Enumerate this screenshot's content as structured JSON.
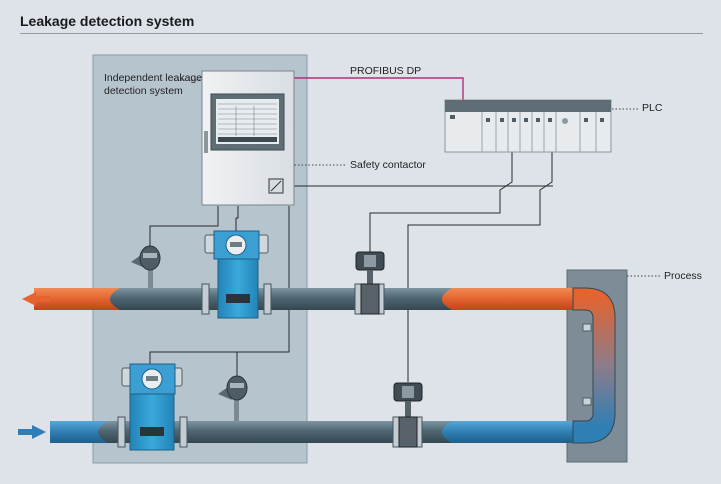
{
  "title": "Leakage detection system",
  "labels": {
    "independent_system": "Independent leakage detection system",
    "profibus": "PROFIBUS DP",
    "plc": "PLC",
    "safety_contactor": "Safety contactor",
    "process": "Process"
  },
  "colors": {
    "background": "#dde3e9",
    "panel": "#b6c4ce",
    "pipe": "#4f6673",
    "hot_fluid": "#e4632f",
    "cold_fluid": "#2f7fb4",
    "meter_body": "#2e9ad0",
    "profibus_line": "#b0307a"
  },
  "icons": [
    "flow-arrow-left-icon",
    "flow-arrow-right-icon",
    "control-valve-icon",
    "pressure-transmitter-icon",
    "flowmeter-icon"
  ]
}
